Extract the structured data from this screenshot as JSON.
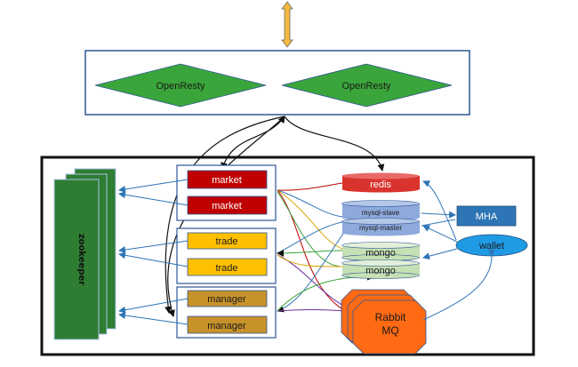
{
  "gateway": {
    "nodes": [
      {
        "label": "OpenResty",
        "fill": "#3aa53a",
        "text_color": "#1a1a1a"
      },
      {
        "label": "OpenResty",
        "fill": "#3aa53a",
        "text_color": "#1a1a1a"
      }
    ],
    "frame_color": "#2f5597"
  },
  "zookeeper": {
    "label": "zookeeper",
    "fill": "#2e7d32",
    "dark_fill": "#1b5e20"
  },
  "services": {
    "market": {
      "labels": [
        "market",
        "market"
      ],
      "fill": "#c00000",
      "text_color": "#ffffff"
    },
    "trade": {
      "labels": [
        "trade",
        "trade"
      ],
      "fill": "#ffc000",
      "text_color": "#1a1a1a"
    },
    "manager": {
      "labels": [
        "manager",
        "manager"
      ],
      "fill": "#c8922a",
      "text_color": "#1a1a1a"
    }
  },
  "stores": {
    "redis": {
      "label": "redis",
      "fill": "#d9332e",
      "text_color": "#ffffff"
    },
    "mysql": {
      "labels": [
        "mysql-slave",
        "mysql-master"
      ],
      "fill": "#8ea9db",
      "text_color": "#1a1a1a"
    },
    "mongo": {
      "labels": [
        "mongo",
        "mongo"
      ],
      "fill": "#c5e0b4",
      "text_color": "#1a1a1a"
    },
    "rabbitmq": {
      "label": "Rabbit\nMQ",
      "line1": "Rabbit",
      "line2": "MQ",
      "fill": "#ff6a13",
      "text_color": "#1a1a1a"
    }
  },
  "mha": {
    "label": "MHA",
    "fill": "#2e75b6",
    "text_color": "#ffffff"
  },
  "wallet": {
    "label": "wallet",
    "fill": "#1f9be6",
    "text_color": "#1a1a1a"
  },
  "colors": {
    "edge_blue": "#2e75b6",
    "edge_black": "#111111",
    "arrow_top": "#f3b83d"
  }
}
